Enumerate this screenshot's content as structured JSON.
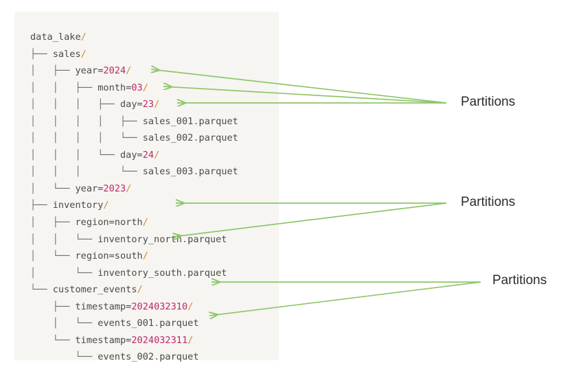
{
  "panel": {
    "background_color": "#f6f5f1",
    "root_label": "data_lake/"
  },
  "colors": {
    "text": "#4a4a4a",
    "guide": "#6f6f6f",
    "slash": "#cf8a3b",
    "number_value": "#bf2669",
    "string_value": "#4a4a4a",
    "arrow": "#8dc66a",
    "callout_text": "#2b2b2b",
    "page_background": "#ffffff"
  },
  "tree": {
    "lines": [
      {
        "guide": "",
        "name": "data_lake",
        "value": "",
        "value_type": "none",
        "trailing": "/"
      },
      {
        "guide": "├── ",
        "name": "sales",
        "value": "",
        "value_type": "none",
        "trailing": "/"
      },
      {
        "guide": "│   ├── ",
        "name": "year=",
        "value": "2024",
        "value_type": "number",
        "trailing": "/"
      },
      {
        "guide": "│   │   ├── ",
        "name": "month=",
        "value": "03",
        "value_type": "number",
        "trailing": "/"
      },
      {
        "guide": "│   │   │   ├── ",
        "name": "day=",
        "value": "23",
        "value_type": "number",
        "trailing": "/"
      },
      {
        "guide": "│   │   │   │   ├── ",
        "name": "sales_001",
        "value": "",
        "value_type": "file",
        "trailing": ".parquet"
      },
      {
        "guide": "│   │   │   │   └── ",
        "name": "sales_002",
        "value": "",
        "value_type": "file",
        "trailing": ".parquet"
      },
      {
        "guide": "│   │   │   └── ",
        "name": "day=",
        "value": "24",
        "value_type": "number",
        "trailing": "/"
      },
      {
        "guide": "│   │   │       └── ",
        "name": "sales_003",
        "value": "",
        "value_type": "file",
        "trailing": ".parquet"
      },
      {
        "guide": "│   └── ",
        "name": "year=",
        "value": "2023",
        "value_type": "number",
        "trailing": "/"
      },
      {
        "guide": "├── ",
        "name": "inventory",
        "value": "",
        "value_type": "none",
        "trailing": "/"
      },
      {
        "guide": "│   ├── ",
        "name": "region=",
        "value": "north",
        "value_type": "string",
        "trailing": "/"
      },
      {
        "guide": "│   │   └── ",
        "name": "inventory_north",
        "value": "",
        "value_type": "file",
        "trailing": ".parquet"
      },
      {
        "guide": "│   └── ",
        "name": "region=",
        "value": "south",
        "value_type": "string",
        "trailing": "/"
      },
      {
        "guide": "│       └── ",
        "name": "inventory_south",
        "value": "",
        "value_type": "file",
        "trailing": ".parquet"
      },
      {
        "guide": "└── ",
        "name": "customer_events",
        "value": "",
        "value_type": "none",
        "trailing": "/"
      },
      {
        "guide": "    ├── ",
        "name": "timestamp=",
        "value": "2024032310",
        "value_type": "number",
        "trailing": "/"
      },
      {
        "guide": "    │   └── ",
        "name": "events_001",
        "value": "",
        "value_type": "file",
        "trailing": ".parquet"
      },
      {
        "guide": "    └── ",
        "name": "timestamp=",
        "value": "2024032311",
        "value_type": "number",
        "trailing": "/"
      },
      {
        "guide": "        └── ",
        "name": "events_002",
        "value": "",
        "value_type": "file",
        "trailing": ".parquet"
      }
    ]
  },
  "annotations": {
    "callouts": [
      {
        "label": "Partitions",
        "points_to": [
          "year=2024/",
          "month=03/",
          "day=23/"
        ]
      },
      {
        "label": "Partitions",
        "points_to": [
          "region=north/",
          "region=south/"
        ]
      },
      {
        "label": "Partitions",
        "points_to": [
          "timestamp=2024032310/",
          "timestamp=2024032311/"
        ]
      }
    ]
  }
}
